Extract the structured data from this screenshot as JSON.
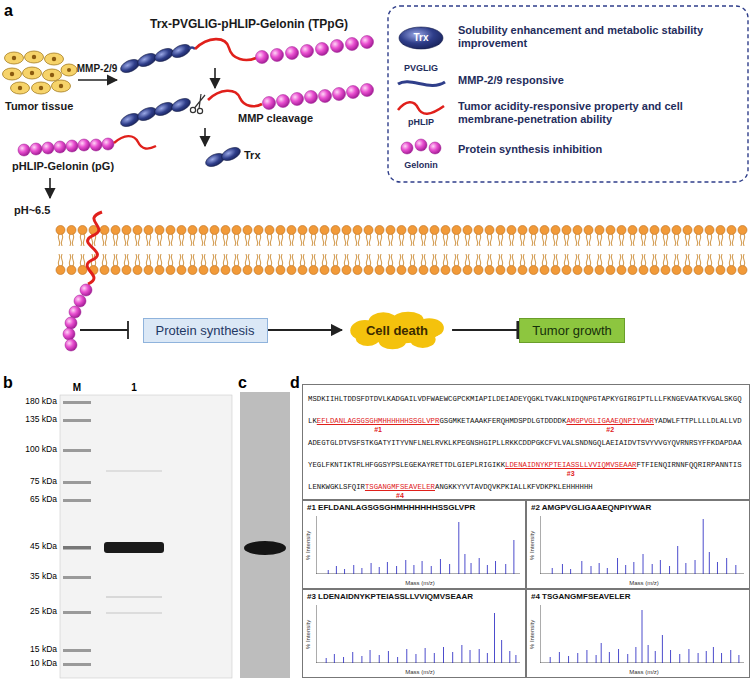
{
  "diagram": {
    "nodes": [
      {
        "text": [
          "Protein synthesis"
        ]
      },
      {
        "text": [
          "Cell death"
        ]
      },
      {
        "text": [
          "Tumor growth"
        ]
      },
      {
        "text": [
          "MSDKIIHLTDDSFDTDVLKADGAILVDFWAEWCGPCKMIAPILDEIADEYQGKLTVAKLNIDQNPGTAPKYGIRGIPTLLLFKNGEVAATKVGALSKGQLK",
          "EFLDANLAGSGSGHMHHHHHHSSGLVPR",
          "GSGMKETAAAKFERQHMDSPDLGTDDDDK",
          "AMGPVGLIGAAEQNPIYWAR",
          "YADWLFTTPLLLLDLALLVDADEGTGLDTVSFSTKGATYITYVNFLNELRVKLKPEGNSHGIPLLRKKCDDPGKCFVLVALSNDNGQLAEIAIDVTSVYVVGYQVRNRSYFFKDAPDAAYEGLFKNTIKTRLHFGGSYPSLEGEKAYRETTDLGIEPLRIGIKK",
          "LDENAIDNYKPTEIASSLLVVIQMVSEAAR",
          "FTFIENQIRNNFQQRIRPANNTISLENKWGKLSFQIR",
          "TSGANGMFSEAVELER",
          "ANGKKYYVTAVDQVKPKIALLKFVDKPKLEHHHHHH"
        ]
      },
      {
        "text": [
          "#1 EFLDANLAGSGSGHMHHHHHHSSGLVPR"
        ]
      },
      {
        "text": [
          "#2 AMGPVGLIGAAEQNPIYWAR"
        ]
      },
      {
        "text": [
          "#3 LDENAIDNYKPTEIASSLLVVIQMVSEAAR"
        ]
      },
      {
        "text": [
          "#4 TSGANGMFSEAVELER"
        ]
      }
    ],
    "edges": [
      {
        "from": 0,
        "to": 1,
        "arrow": "to"
      },
      {
        "from": 1,
        "to": 2,
        "arrow": "to"
      }
    ],
    "labels": [
      "a",
      "Trx-PVGLIG-pHLIP-Gelonin (TPpG)",
      "Tumor tissue",
      "MMP-2/9",
      "MMP cleavage",
      "pHLIP-Gelonin (pG)",
      "Trx",
      "pH~6.5",
      "Trx",
      "PVGLIG",
      "pHLIP",
      "Gelonin",
      "b",
      "M",
      "1",
      "180 kDa",
      "135 kDa",
      "100 kDa",
      "75 kDa",
      "65 kDa",
      "45 kDa",
      "35 kDa",
      "25 kDa",
      "15 kDa",
      "10 kDa",
      "c",
      "d",
      "#1",
      "#2",
      "#3",
      "#4",
      "% Intensity",
      "Mass (m/z)",
      "% Intensity",
      "Mass (m/z)",
      "% Intensity",
      "Mass (m/z)",
      "% Intensity",
      "Mass (m/z)"
    ],
    "legend": [
      {
        "text": "Solubility enhancement and metabolic stability improvement"
      },
      {
        "text": "MMP-2/9 responsive"
      },
      {
        "text": "Tumor acidity-responsive property and cell membrane-penetration ability"
      },
      {
        "text": "Protein synthesis inhibition"
      }
    ]
  }
}
